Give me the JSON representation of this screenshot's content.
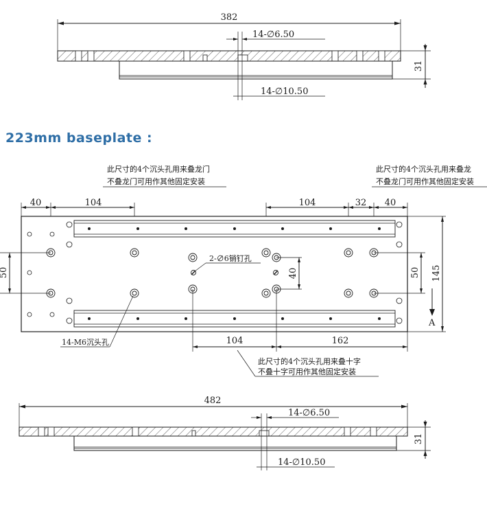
{
  "heading": "223mm baseplate :",
  "top_view": {
    "overall_length": "382",
    "small_hole_callout": "14-∅6.50",
    "large_hole_callout": "14-∅10.50",
    "thickness": "31"
  },
  "plan_view": {
    "note_gantry_line1": "此尺寸的4个沉头孔用来叠龙门",
    "note_gantry_line2": "不叠龙门可用作其他固定安装",
    "note_gantry_right_line1": "此尺寸的4个沉头孔用来叠龙",
    "note_gantry_right_line2": "不叠龙门可用作其他固定安装",
    "dims": {
      "left_edge_40": "40",
      "left_104": "104",
      "right_104": "104",
      "right_32": "32",
      "right_edge_40": "40",
      "left_50": "50",
      "pin_40": "40",
      "right_50": "50",
      "height_145": "145",
      "bottom_104": "104",
      "bottom_162": "162"
    },
    "pin_hole_label": "2-∅6销钉孔",
    "m6_label": "14-M6沉头孔",
    "section_mark": "A",
    "note_cross_line1": "此尺寸的4个沉头孔用来叠十字",
    "note_cross_line2": "不叠十字可用作其他固定安装"
  },
  "bottom_view": {
    "overall_length": "482",
    "small_hole_callout": "14-∅6.50",
    "large_hole_callout": "14-∅10.50",
    "thickness": "31"
  }
}
